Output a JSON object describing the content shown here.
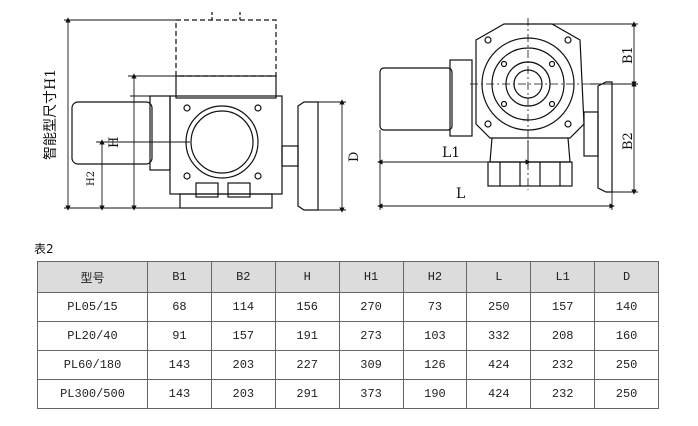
{
  "drawing": {
    "left_vertical_label": "智能型尺寸H1",
    "left_labels": {
      "h": "H",
      "h2": "H2",
      "d": "D"
    },
    "right_labels": {
      "b1": "B1",
      "b2": "B2",
      "l1": "L1",
      "l": "L"
    }
  },
  "table": {
    "caption": "表2",
    "headers": [
      "型号",
      "B1",
      "B2",
      "H",
      "H1",
      "H2",
      "L",
      "L1",
      "D"
    ],
    "rows": [
      [
        "PL05/15",
        "68",
        "114",
        "156",
        "270",
        "73",
        "250",
        "157",
        "140"
      ],
      [
        "PL20/40",
        "91",
        "157",
        "191",
        "273",
        "103",
        "332",
        "208",
        "160"
      ],
      [
        "PL60/180",
        "143",
        "203",
        "227",
        "309",
        "126",
        "424",
        "232",
        "250"
      ],
      [
        "PL300/500",
        "143",
        "203",
        "291",
        "373",
        "190",
        "424",
        "232",
        "250"
      ]
    ]
  },
  "colors": {
    "header_bg": "#dcdcdc",
    "border": "#666666",
    "line": "#111111"
  }
}
